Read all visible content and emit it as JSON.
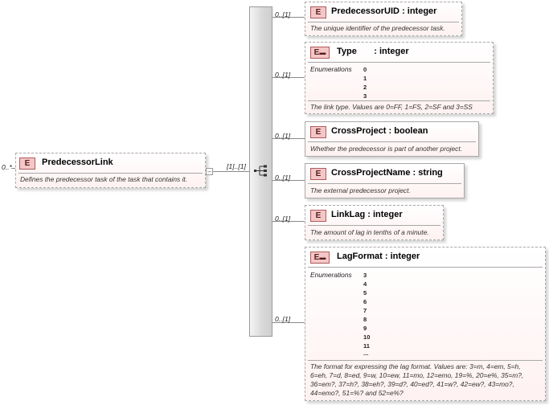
{
  "root": {
    "cardinality": "0..*",
    "badge": "E",
    "name": "PredecessorLink",
    "description": "Defines the predecessor task of the task that contains it."
  },
  "sequence": {
    "cardinality": "[1]..[1]"
  },
  "children": [
    {
      "cardinality": "0..[1]",
      "badge": "E",
      "name": "PredecessorUID",
      "type": ": integer",
      "description": "The unique identifier of the predecessor task."
    },
    {
      "cardinality": "0..[1]",
      "badge": "E",
      "name": "Type",
      "type": ": integer",
      "enum_label": "Enumerations",
      "enumerations": [
        "0",
        "1",
        "2",
        "3"
      ],
      "description": "The link type.  Values are 0=FF, 1=FS, 2=SF and 3=SS"
    },
    {
      "cardinality": "0..[1]",
      "badge": "E",
      "name": "CrossProject",
      "type": ": boolean",
      "description": "Whether the predecessor is part of another project."
    },
    {
      "cardinality": "0..[1]",
      "badge": "E",
      "name": "CrossProjectName",
      "type": ": string",
      "description": "The external predecessor project."
    },
    {
      "cardinality": "0..[1]",
      "badge": "E",
      "name": "LinkLag",
      "type": ": integer",
      "description": "The amount of lag in tenths of a minute."
    },
    {
      "cardinality": "0..[1]",
      "badge": "E",
      "name": "LagFormat",
      "type": ": integer",
      "enum_label": "Enumerations",
      "enumerations": [
        "3",
        "4",
        "5",
        "6",
        "7",
        "8",
        "9",
        "10",
        "11",
        "..."
      ],
      "description_lines": [
        "The format for expressing the lag format.  Values are: 3=m, 4=em, 5=h,",
        "6=eh, 7=d, 8=ed, 9=w, 10=ew, 11=mo, 12=emo, 19=%, 20=e%, 35=m?,",
        "36=em?, 37=h?, 38=eh?, 39=d?, 40=ed?, 41=w?, 42=ew?, 43=mo?,",
        "44=emo?, 51=%? and 52=e%?"
      ]
    }
  ]
}
